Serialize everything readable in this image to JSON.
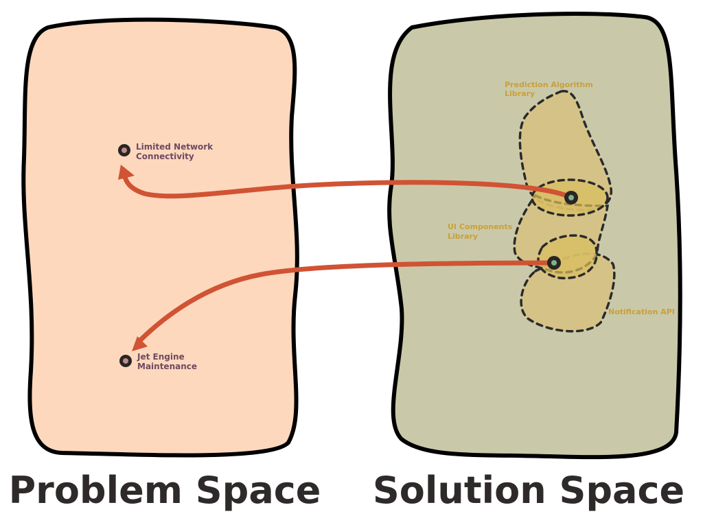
{
  "problem_space": {
    "title": "Problem Space",
    "fill": "#fdd8bd",
    "items": [
      {
        "line1": "Limited Network",
        "line2": "Connectivity"
      },
      {
        "line1": "Jet Engine",
        "line2": "Maintenance"
      }
    ]
  },
  "solution_space": {
    "title": "Solution Space",
    "fill": "#c9c9a9",
    "components": [
      {
        "line1": "Prediction Algorithm",
        "line2": "Library"
      },
      {
        "line1": "UI Components",
        "line2": "Library"
      },
      {
        "line1": "Notification API",
        "line2": ""
      }
    ]
  },
  "colors": {
    "arrow": "#d05334",
    "label_problem": "#6e4a62",
    "label_solution": "#c9a03a",
    "region": "#d8c17e"
  }
}
